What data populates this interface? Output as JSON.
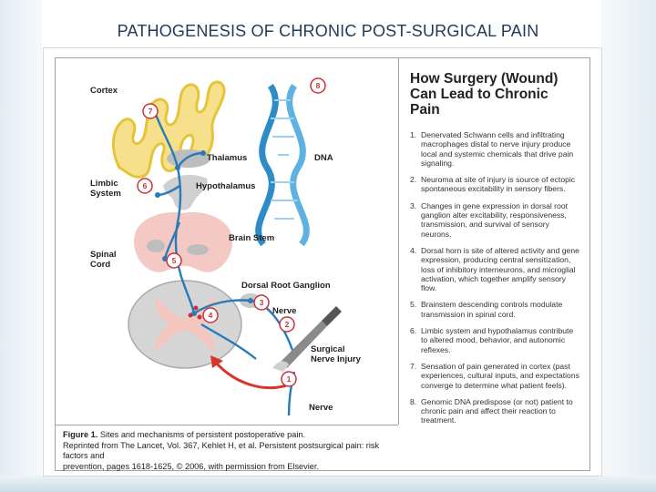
{
  "slide": {
    "title": "PATHOGENESIS OF CHRONIC POST-SURGICAL PAIN"
  },
  "figure": {
    "heading_line1": "How Surgery (Wound)",
    "heading_line2": "Can Lead to Chronic Pain",
    "labels": {
      "cortex": "Cortex",
      "thalamus": "Thalamus",
      "limbic_line1": "Limbic",
      "limbic_line2": "System",
      "hypothalamus": "Hypothalamus",
      "dna": "DNA",
      "brain_stem": "Brain Stem",
      "spinal_line1": "Spinal",
      "spinal_line2": "Cord",
      "drg": "Dorsal Root Ganglion",
      "nerve_upper": "Nerve",
      "surgical_line1": "Surgical",
      "surgical_line2": "Nerve Injury",
      "nerve_lower": "Nerve"
    },
    "markers": [
      "1",
      "2",
      "3",
      "4",
      "5",
      "6",
      "7",
      "8"
    ],
    "legend_items": [
      {
        "num": "1.",
        "text": "Denervated Schwann cells and infiltrating macrophages distal to nerve injury produce local and systemic chemicals that drive pain signaling."
      },
      {
        "num": "2.",
        "text": "Neuroma at site of injury is source of ectopic spontaneous excitability in sensory fibers."
      },
      {
        "num": "3.",
        "text": "Changes in gene expression in dorsal root ganglion alter excitability, responsiveness, transmission, and survival of sensory neurons."
      },
      {
        "num": "4.",
        "text": "Dorsal horn is site of altered activity and gene expression, producing central sensitization, loss of inhibitory interneurons, and microglial activation, which together amplify sensory flow."
      },
      {
        "num": "5.",
        "text": "Brainstem descending controls modulate transmission in spinal cord."
      },
      {
        "num": "6.",
        "text": "Limbic system and hypothalamus contribute to altered mood, behavior, and autonomic reflexes."
      },
      {
        "num": "7.",
        "text": "Sensation of pain generated in cortex (past experiences, cultural inputs, and expectations converge to determine what patient feels)."
      },
      {
        "num": "8.",
        "text": "Genomic DNA predispose (or not) patient to chronic pain and affect their reaction to treatment."
      }
    ],
    "caption": {
      "title": "Figure 1.",
      "title_rest": " Sites and mechanisms of persistent postoperative pain.",
      "line2": "Reprinted from The Lancet, Vol. 367, Kehlet H, et al. Persistent postsurgical pain: risk factors and",
      "line3": "prevention, pages 1618-1625, © 2006, with permission from Elsevier."
    },
    "colors": {
      "nerve_blue": "#2a7ab8",
      "dna_blue": "#2d8cc8",
      "cortex_yellow": "#f2d24a",
      "brainstem_pink": "#f2c4be",
      "cord_gray": "#c9c9c9",
      "arrow_red": "#d9342b",
      "marker_red": "#c8333a"
    }
  }
}
